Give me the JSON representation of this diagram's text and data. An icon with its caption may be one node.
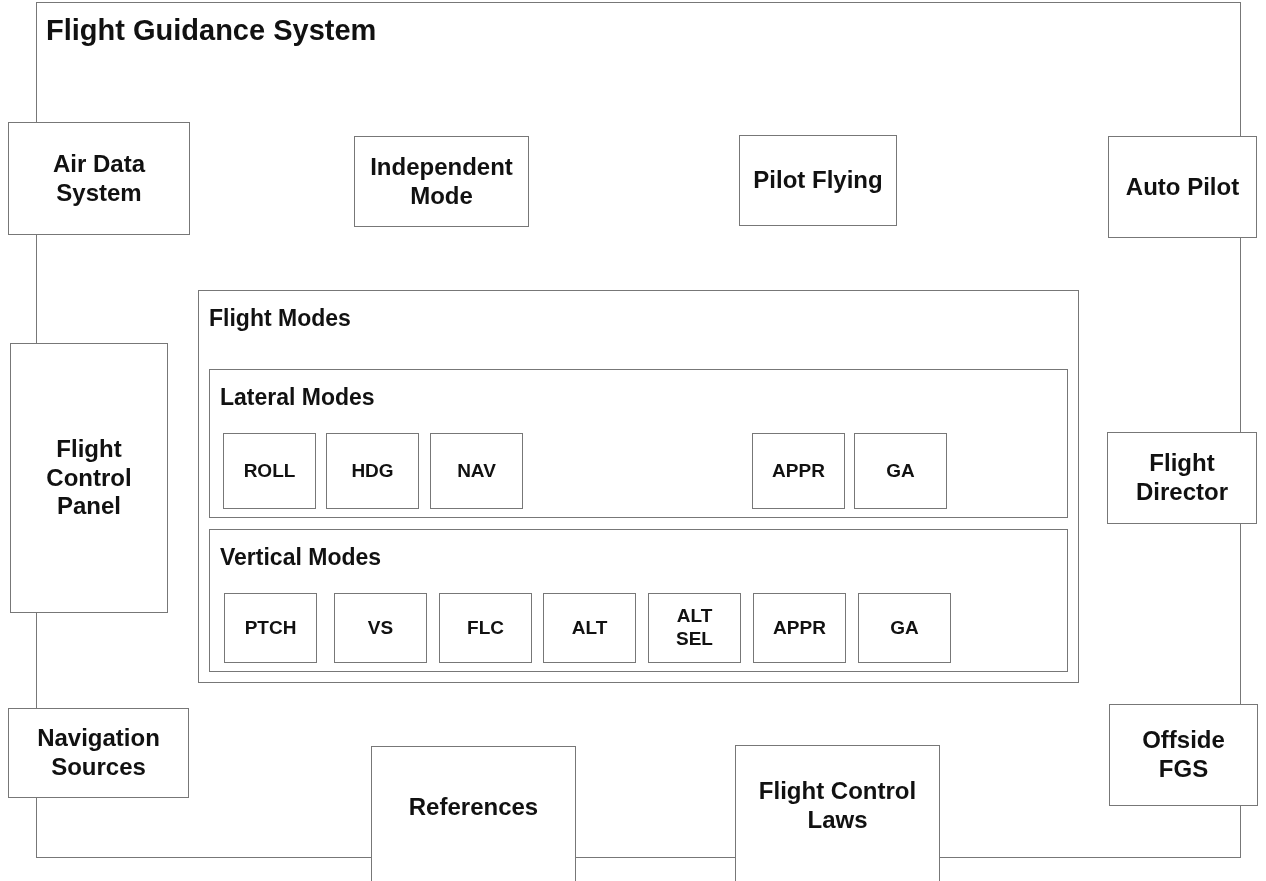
{
  "diagram": {
    "nodes": [
      {
        "text": [
          "Flight Guidance System"
        ]
      },
      {
        "text": [
          "Air Data System"
        ]
      },
      {
        "text": [
          "Independent Mode"
        ],
        "in": 0
      },
      {
        "text": [
          "Pilot Flying"
        ],
        "in": 0
      },
      {
        "text": [
          "Auto Pilot"
        ]
      },
      {
        "text": [
          "Flight Modes"
        ],
        "in": 0
      },
      {
        "text": [
          "Lateral Modes"
        ],
        "in": 5
      },
      {
        "text": [
          "ROLL"
        ],
        "in": 6
      },
      {
        "text": [
          "HDG"
        ],
        "in": 6
      },
      {
        "text": [
          "NAV"
        ],
        "in": 6
      },
      {
        "text": [
          "APPR"
        ],
        "in": 6
      },
      {
        "text": [
          "GA"
        ],
        "in": 6
      },
      {
        "text": [
          "Vertical Modes"
        ],
        "in": 5
      },
      {
        "text": [
          "PTCH"
        ],
        "in": 12
      },
      {
        "text": [
          "VS"
        ],
        "in": 12
      },
      {
        "text": [
          "FLC"
        ],
        "in": 12
      },
      {
        "text": [
          "ALT"
        ],
        "in": 12
      },
      {
        "text": [
          "ALT SEL"
        ],
        "in": 12
      },
      {
        "text": [
          "APPR"
        ],
        "in": 12
      },
      {
        "text": [
          "GA"
        ],
        "in": 12
      },
      {
        "text": [
          "Flight Control Panel"
        ]
      },
      {
        "text": [
          "Flight Director"
        ]
      },
      {
        "text": [
          "Navigation Sources"
        ]
      },
      {
        "text": [
          "References"
        ]
      },
      {
        "text": [
          "Flight Control Laws"
        ]
      },
      {
        "text": [
          "Offside FGS"
        ]
      }
    ],
    "edges": []
  }
}
